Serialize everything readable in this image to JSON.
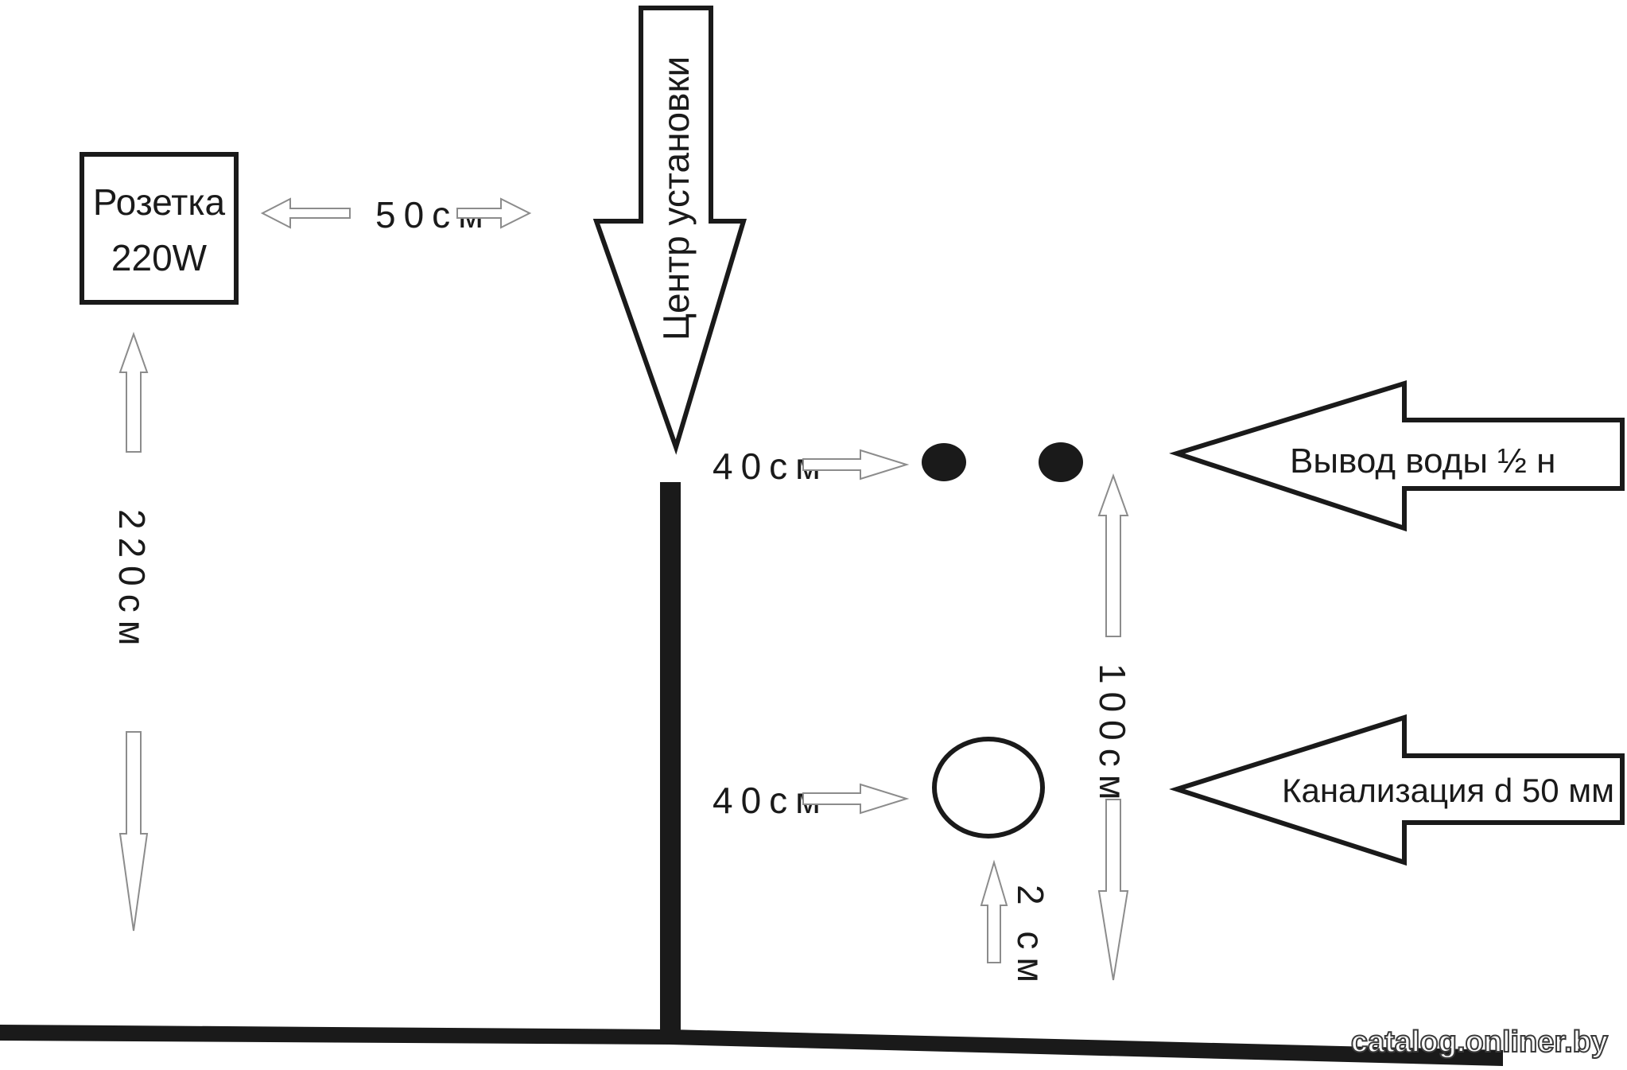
{
  "socket": {
    "line1": "Розетка",
    "line2": "220W"
  },
  "dimensions": {
    "socket_to_center": "50см",
    "socket_height": "220см",
    "water_offset": "40см",
    "drain_offset": "40см",
    "water_to_drain": "100см",
    "drain_height": "2 см"
  },
  "callouts": {
    "installation_center": "Центр установки",
    "water_outlet": "Вывод воды ½ н",
    "sewage": "Канализация  d 50 мм"
  },
  "watermark": "catalog.onliner.by",
  "colors": {
    "line": "#1a1a1a",
    "hollow_arrow": "#8c8c8c",
    "background": "#ffffff"
  }
}
